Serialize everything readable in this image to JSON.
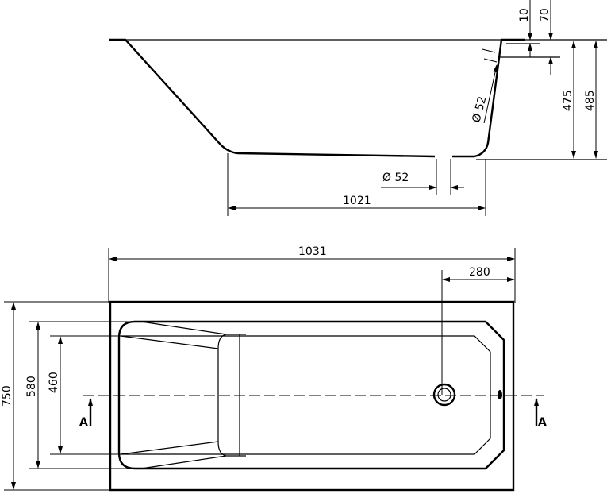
{
  "side_view": {
    "dim_10": "10",
    "dim_70": "70",
    "dim_475": "475",
    "dim_485": "485",
    "dim_drain_slope": "Ø 52",
    "dim_drain_bottom": "Ø 52",
    "dim_1021": "1021"
  },
  "plan_view": {
    "dim_1031": "1031",
    "dim_280": "280",
    "dim_750": "750",
    "dim_580": "580",
    "dim_460": "460",
    "section_left": "A",
    "section_right": "A"
  }
}
